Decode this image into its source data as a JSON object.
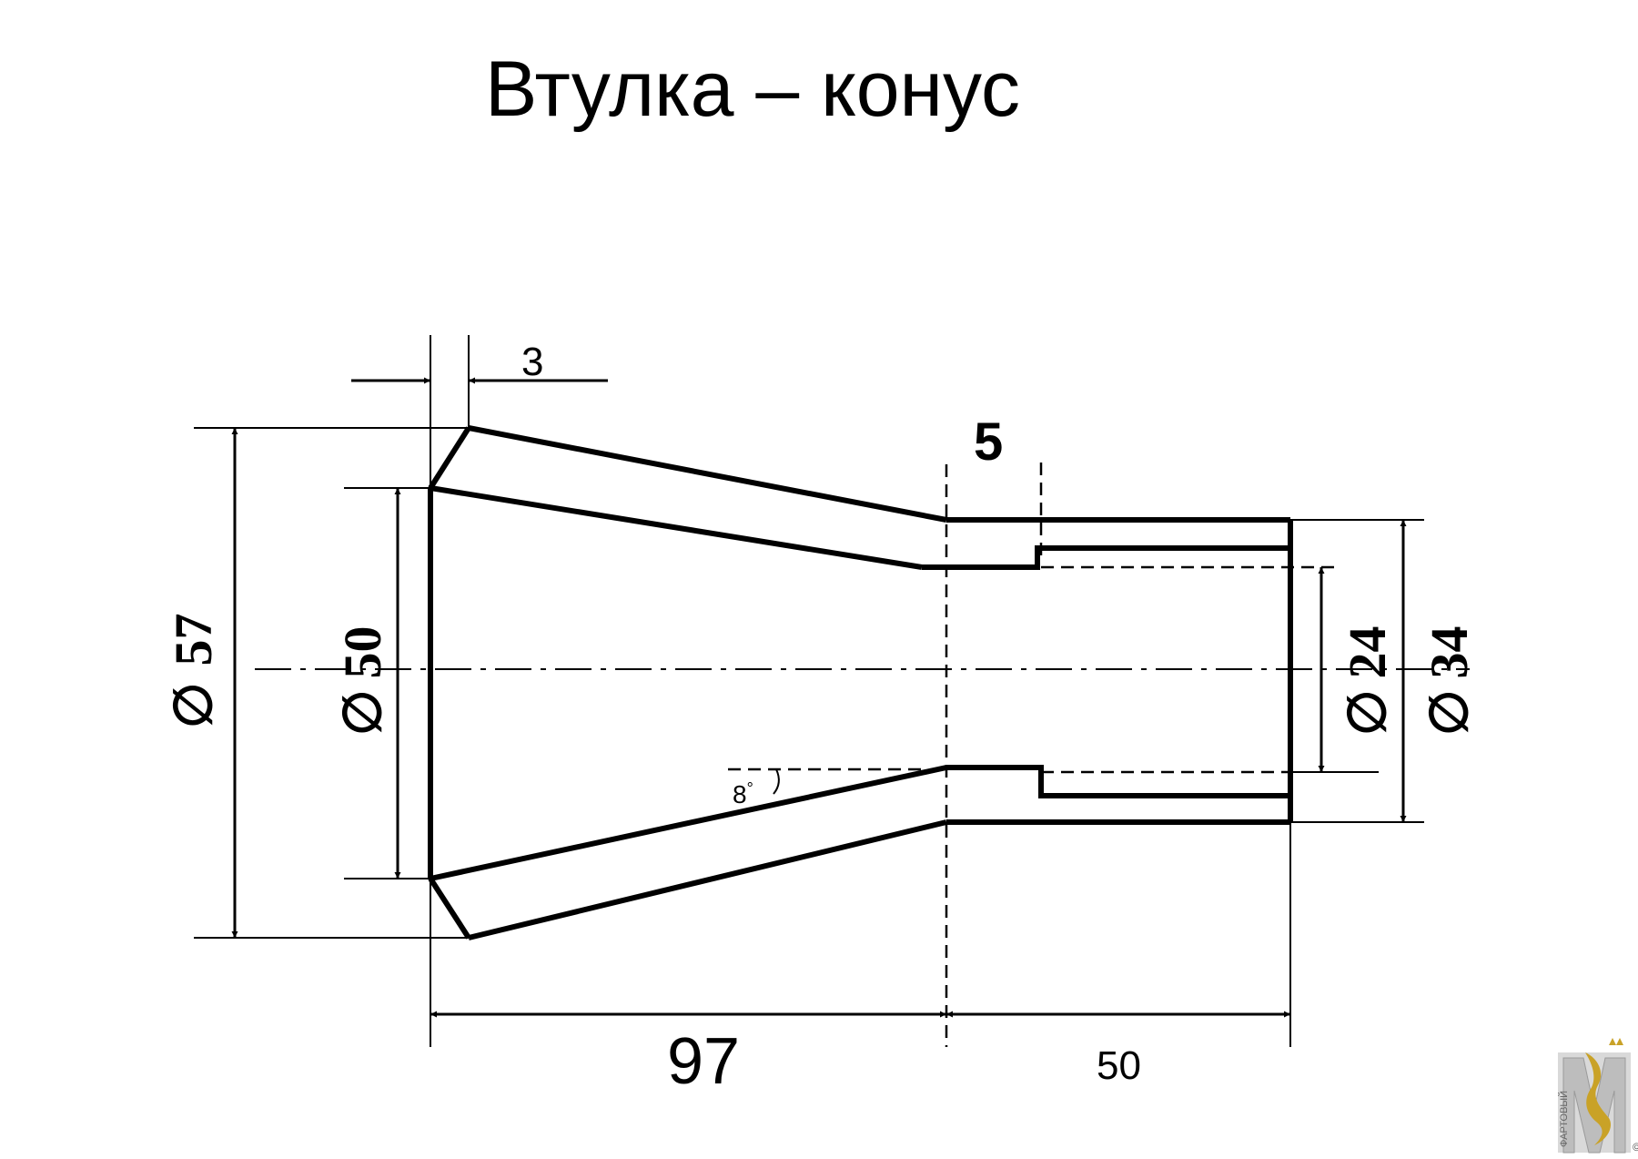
{
  "title": "Втулка – конус",
  "diameter_symbol": "∅",
  "dimensions": {
    "chamfer_width": "3",
    "groove_width": "5",
    "outer_diameter_large": "57",
    "inner_diameter_large": "50",
    "inner_diameter_small": "24",
    "outer_diameter_small": "34",
    "cone_length": "97",
    "cylinder_length": "50"
  },
  "angle": {
    "value": "8",
    "unit": "°"
  },
  "logo": {
    "text": "ФАРТОВЫЙ",
    "copyright": "©"
  }
}
